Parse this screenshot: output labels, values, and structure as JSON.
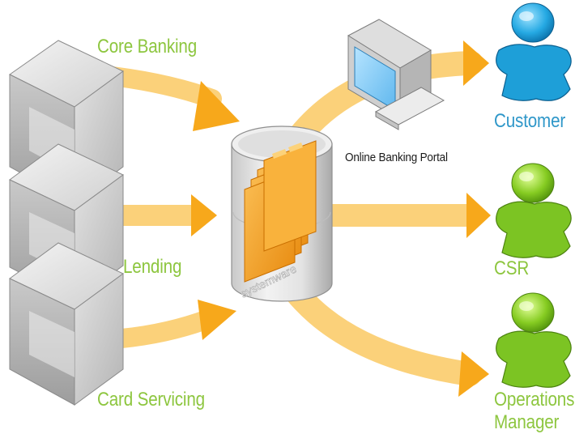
{
  "sources": {
    "core_banking": "Core Banking",
    "lending": "Lending",
    "card_servicing": "Card Servicing"
  },
  "hub": {
    "brand": "systemware"
  },
  "portal": {
    "label": "Online Banking Portal"
  },
  "audiences": {
    "customer": "Customer",
    "csr": "CSR",
    "operations_line1": "Operations",
    "operations_line2": "Manager"
  },
  "colors": {
    "arrow": "#fbc96a",
    "arrow_head": "#f7a81b",
    "source_label": "#8dc63f",
    "customer_label": "#2f97c9",
    "staff_label": "#8dc63f",
    "folder": "#f5a623",
    "user_blue": "#1e9fd8",
    "user_green": "#7cc423"
  },
  "icons": {
    "sources": "server-cube-icon",
    "hub": "document-repository-icon",
    "portal": "desktop-computer-icon",
    "customer": "customer-user-icon",
    "csr": "csr-user-icon",
    "operations": "operations-user-icon"
  }
}
